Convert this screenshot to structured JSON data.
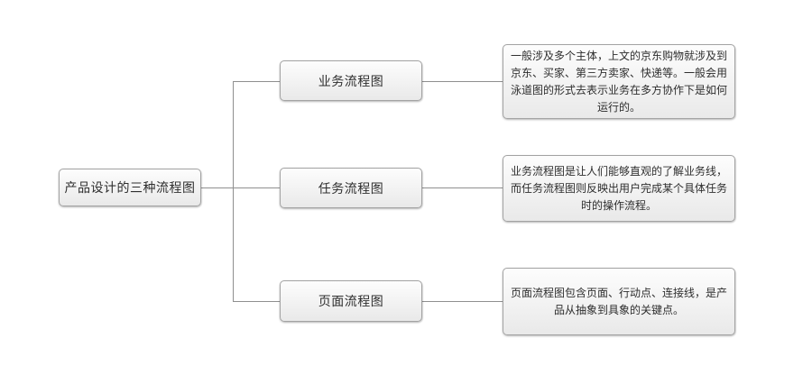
{
  "diagram": {
    "title": "产品设计的三种流程图",
    "root": {
      "label": "产品设计的三种流程图"
    },
    "branches": [
      {
        "label": "业务流程图",
        "description": "一般涉及多个主体，上文的京东购物就涉及到京东、买家、第三方卖家、快递等。一般会用泳道图的形式去表示业务在多方协作下是如何运行的。"
      },
      {
        "label": "任务流程图",
        "description": "业务流程图是让人们能够直观的了解业务线，而任务流程图则反映出用户完成某个具体任务时的操作流程。"
      },
      {
        "label": "页面流程图",
        "description": "页面流程图包含页面、行动点、连接线，是产品从抽象到具象的关键点。"
      }
    ],
    "colors": {
      "node_border": "#a3a3a3",
      "connector_line": "#8f8f8f",
      "node_fill_top": "#fdfdfd",
      "node_fill_bottom": "#e9e9e9",
      "text_color": "#2e2e2e",
      "canvas_background": "#ffffff"
    }
  }
}
